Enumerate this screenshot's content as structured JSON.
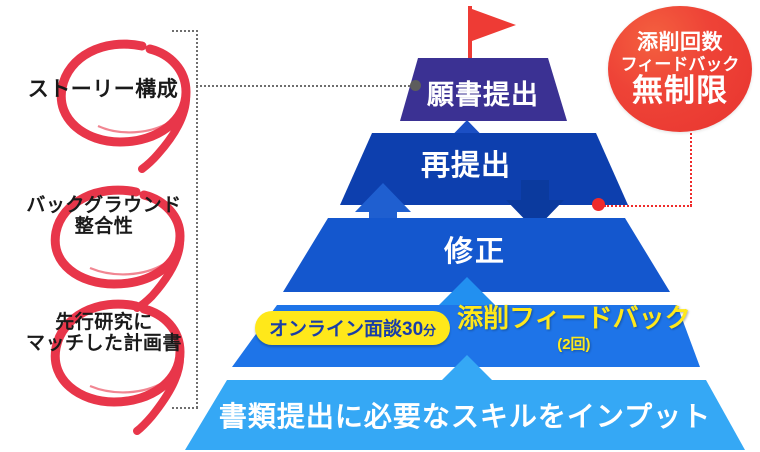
{
  "badge": {
    "line1": "添削回数",
    "line2": "フィードバック",
    "line3": "無制限",
    "color": "#ee4337"
  },
  "labels": [
    {
      "id": "story-structure",
      "lines": [
        "ストーリー構成"
      ]
    },
    {
      "id": "background-consistency",
      "lines": [
        "バックグラウンド",
        "整合性"
      ]
    },
    {
      "id": "research-matched-plan",
      "lines": [
        "先行研究に",
        "マッチした計画書"
      ]
    }
  ],
  "pyramid": {
    "tiers": [
      {
        "id": "application-submission",
        "label": "願書提出",
        "color": "#3B3193"
      },
      {
        "id": "resubmission",
        "label": "再提出",
        "color": "#0D3FAE"
      },
      {
        "id": "correction",
        "label": "修正",
        "color": "#1457CE"
      },
      {
        "id": "feedback",
        "label": "添削フィードバック",
        "sublabel": "(2回)",
        "badge": "オンライン面談30分",
        "badge_unit": "分",
        "badge_main": "オンライン面談30",
        "color": "#1E74E8",
        "badge_bg": "#FFE81A",
        "text_color": "#FFE81A"
      },
      {
        "id": "skill-input",
        "label": "書類提出に必要なスキルをインプット",
        "color": "#35A8F5"
      }
    ],
    "flag_color": "#EE3B35"
  },
  "connectors": {
    "gray_color": "#6e6e6e",
    "red_color": "#ee2b2b"
  }
}
